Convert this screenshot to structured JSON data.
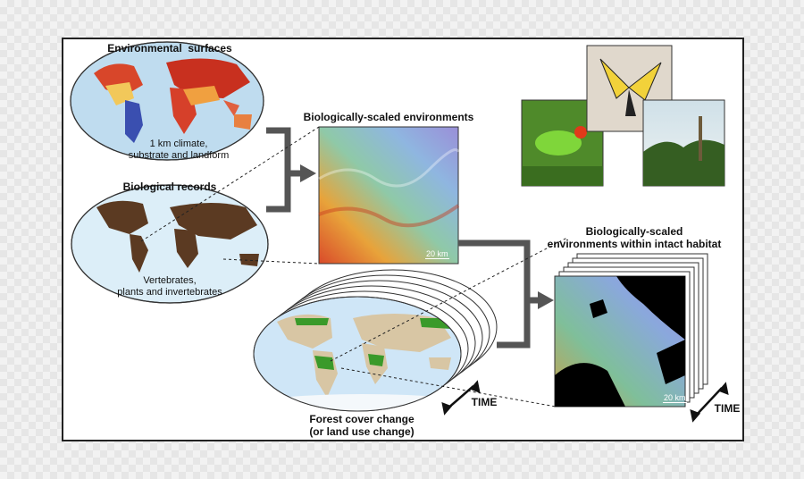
{
  "labels": {
    "env_surfaces_title": "Environmental  surfaces",
    "env_surfaces_sub_1": "1 km climate,",
    "env_surfaces_sub_2": "substrate and landform",
    "bio_records_title": "Biological records",
    "bio_records_sub_1": "Vertebrates,",
    "bio_records_sub_2": "plants and invertebrates",
    "bio_scaled_title": "Biologically-scaled environments",
    "intact_title_1": "Biologically-scaled",
    "intact_title_2": "environments within intact habitat",
    "forest_title_1": "Forest cover change",
    "forest_title_2": "(or land use change)",
    "time_label_1": "TIME",
    "time_label_2": "TIME",
    "scale_1": "20 km",
    "scale_2": "20 km"
  },
  "photos": [
    "butterfly",
    "frog",
    "forest"
  ],
  "colors": {
    "arrow": "#555555",
    "ocean": "#cfe6f7",
    "panel_border": "#222222"
  }
}
